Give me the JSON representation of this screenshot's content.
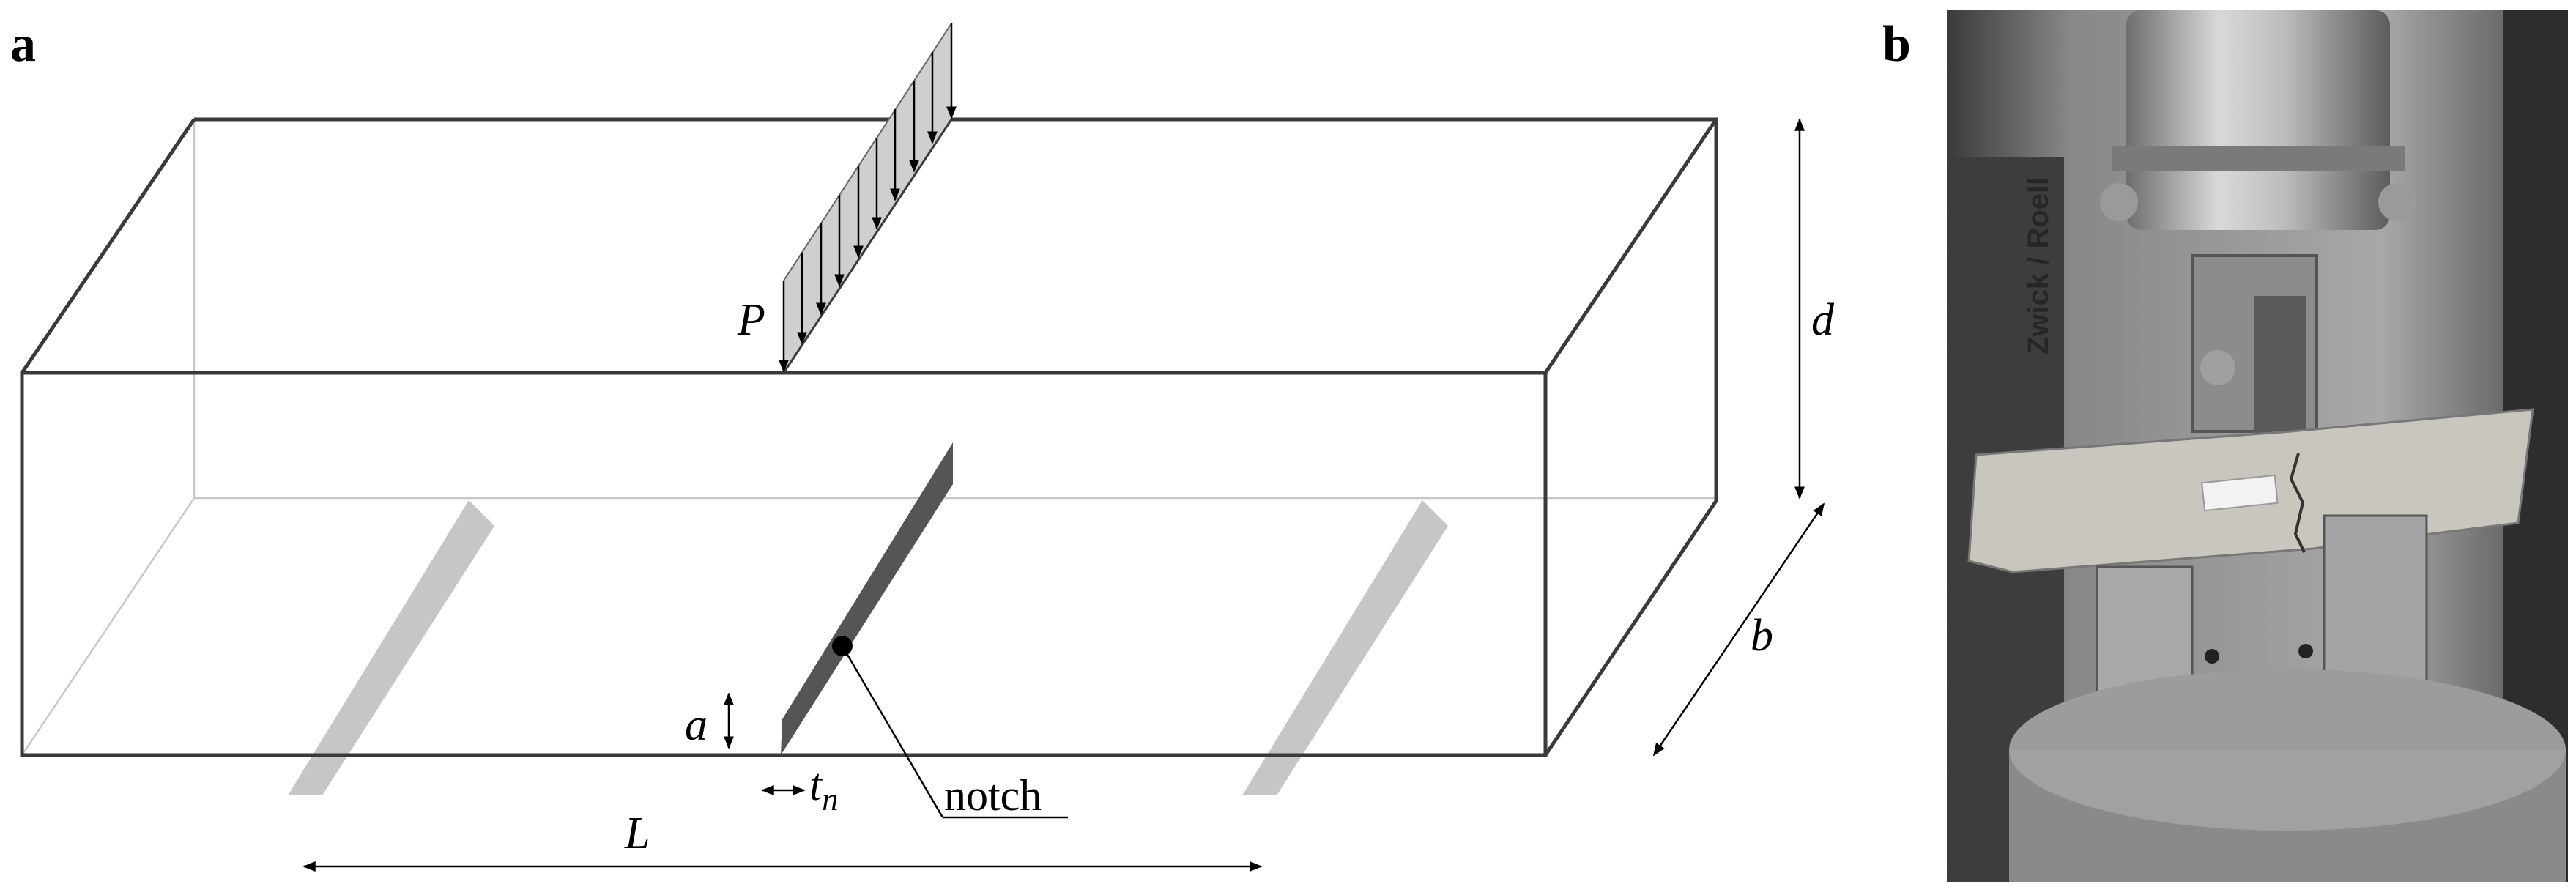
{
  "panels": {
    "a_label": "a",
    "b_label": "b"
  },
  "diagram": {
    "load_label": "P",
    "depth_label": "d",
    "width_label": "b",
    "span_label": "L",
    "notch_depth_label": "a",
    "notch_thickness_label": "t",
    "notch_thickness_subscript": "n",
    "notch_label": "notch"
  },
  "photo": {
    "machine_brand": "Zwick / Roell"
  },
  "colors": {
    "outline": "#3a3a3a",
    "hidden_edge": "#c8c8c8",
    "support": "#c6c6c6",
    "notch": "#555555",
    "load_fill": "#cfcfcf"
  }
}
